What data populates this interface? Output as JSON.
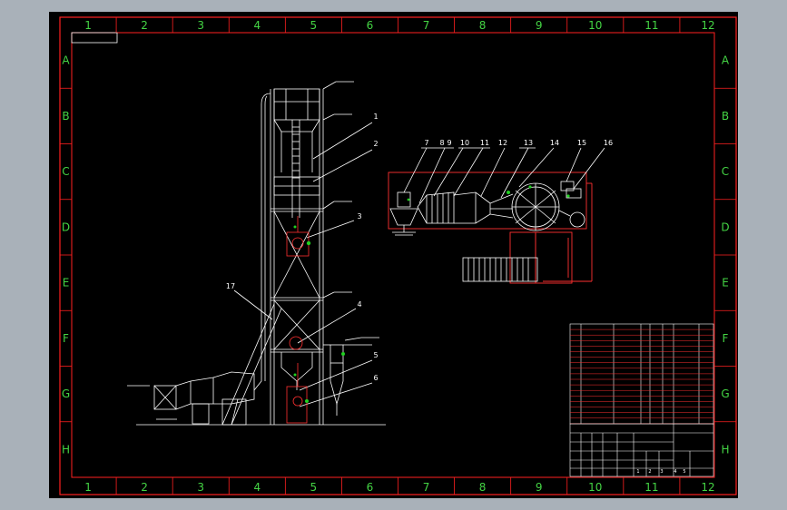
{
  "frame": {
    "columns": [
      "1",
      "2",
      "3",
      "4",
      "5",
      "6",
      "7",
      "8",
      "9",
      "10",
      "11",
      "12"
    ],
    "rows": [
      "A",
      "B",
      "C",
      "D",
      "E",
      "F",
      "G",
      "H"
    ]
  },
  "callouts": [
    "1",
    "2",
    "3",
    "4",
    "5",
    "6",
    "17",
    "7",
    "8",
    "9",
    "10",
    "11",
    "12",
    "13",
    "14",
    "15",
    "16"
  ],
  "title_block": {
    "heading": "",
    "labels": [
      "1",
      "2",
      "3",
      "4",
      "5"
    ]
  },
  "colors": {
    "background": "#000000",
    "frame": "#ff2020",
    "grid_text": "#44d444",
    "geometry": "#ffffff",
    "annotation": "#ff3030",
    "highlight": "#20d020"
  }
}
